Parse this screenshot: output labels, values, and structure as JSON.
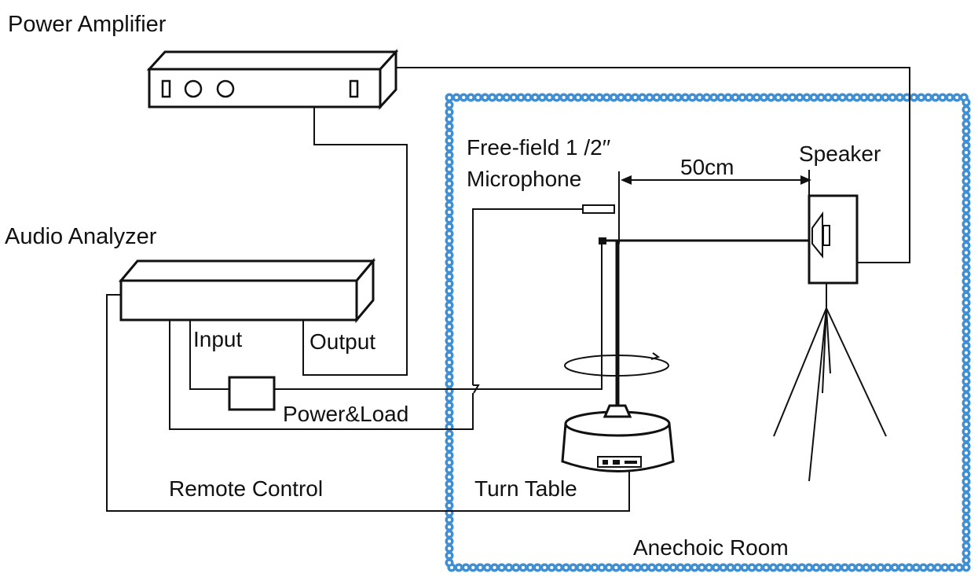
{
  "labels": {
    "power_amplifier": "Power Amplifier",
    "audio_analyzer": "Audio Analyzer",
    "input": "Input",
    "output": "Output",
    "power_load": "Power&Load",
    "remote_control": "Remote Control",
    "microphone_line1": "Free-field 1 /2′′",
    "microphone_line2": "Microphone",
    "distance": "50cm",
    "speaker": "Speaker",
    "turn_table": "Turn Table",
    "anechoic_room": "Anechoic Room"
  },
  "colors": {
    "line": "#111111",
    "room_border": "#3f8fd2",
    "background": "#ffffff"
  }
}
